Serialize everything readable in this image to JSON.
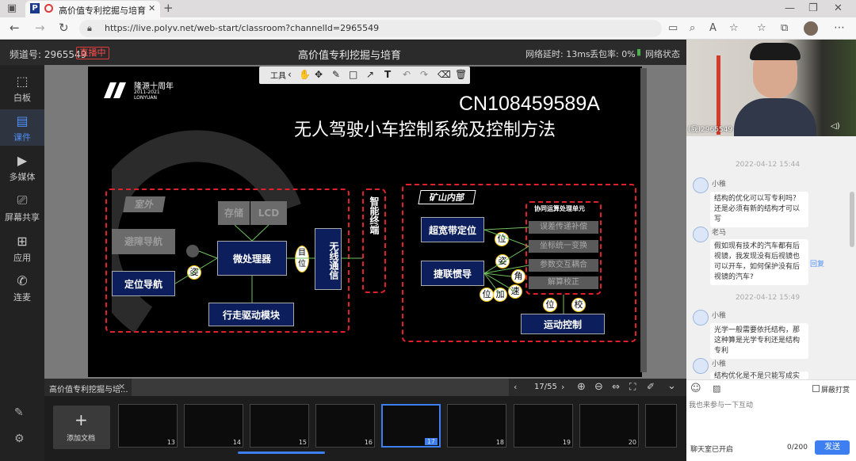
{
  "browser": {
    "tab_title": "高价值专利挖掘与培育",
    "url": "https://live.polyv.net/web-start/classroom?channelId=2965549"
  },
  "app": {
    "channel_label": "频道号: 2965549",
    "live_badge": "直播中",
    "title": "高价值专利挖掘与培育",
    "latency": "网络延时: 13ms",
    "packet_loss": "丢包率: 0%",
    "network_status": "网络状态"
  },
  "sidebar": {
    "items": [
      {
        "label": "白板",
        "icon": "whiteboard-icon"
      },
      {
        "label": "课件",
        "icon": "courseware-icon"
      },
      {
        "label": "多媒体",
        "icon": "media-icon"
      },
      {
        "label": "屏幕共享",
        "icon": "screen-share-icon"
      },
      {
        "label": "应用",
        "icon": "apps-icon"
      },
      {
        "label": "连麦",
        "icon": "phone-icon"
      }
    ]
  },
  "toolbar": {
    "label": "工具"
  },
  "slide": {
    "logo_text": "隆源十周年",
    "logo_years": "2011-2021",
    "logo_name": "LONYUAN",
    "patent_no": "CN108459589A",
    "title": "无人驾驶小车控制系统及控制方法",
    "left": {
      "outdoor": "室外",
      "avoid": "避障导航",
      "locate": "定位导航",
      "storage": "存储",
      "lcd": "LCD",
      "cpu": "微处理器",
      "drive": "行走驱动模块",
      "wireless": "无线通信",
      "terminal": "智能终端",
      "pose": "姿",
      "target": "目",
      "pos": "位"
    },
    "right": {
      "mine": "矿山内部",
      "uwb": "超宽带定位",
      "imu": "捷联惯导",
      "unit_title": "协同运算处理单元",
      "steps": [
        "误差传递补偿",
        "坐标统一变换",
        "参数交互耦合",
        "解算校正"
      ],
      "pos": "位",
      "pose": "姿",
      "angle": "角",
      "speed": "速",
      "accel": "加",
      "pos2": "位",
      "calib": "校",
      "motion": "运动控制"
    }
  },
  "thumbbar": {
    "title": "高价值专利挖掘与培...",
    "page": "17/55"
  },
  "thumbs": {
    "add_label": "添加文档",
    "numbers": [
      "13",
      "14",
      "15",
      "16",
      "17",
      "18",
      "19",
      "20"
    ]
  },
  "video": {
    "caption": "(我)2965549"
  },
  "chat": {
    "messages": [
      {
        "time": "2022-04-12 15:44",
        "user": "小稚",
        "text": "结构的优化可以写专利吗？还是必须有新的结构才可以写"
      },
      {
        "time": "",
        "user": "老马",
        "text": "假如现有技术的汽车都有后视镜，我发现没有后视镜也可以开车，如何保护没有后视镜的汽车?",
        "reply": "回复"
      },
      {
        "time": "2022-04-12 15:49",
        "user": "小稚",
        "text": "光学一般需要依托结构，那这种算是光学专利还是结构专利"
      },
      {
        "time": "",
        "user": "小稚",
        "text": "结构优化是不是只能写成实用"
      }
    ],
    "block_label": "屏蔽打赏",
    "input_placeholder": "我也来参与一下互动",
    "chat_on": "聊天室已开启",
    "counter": "0/200",
    "send_label": "发送"
  }
}
